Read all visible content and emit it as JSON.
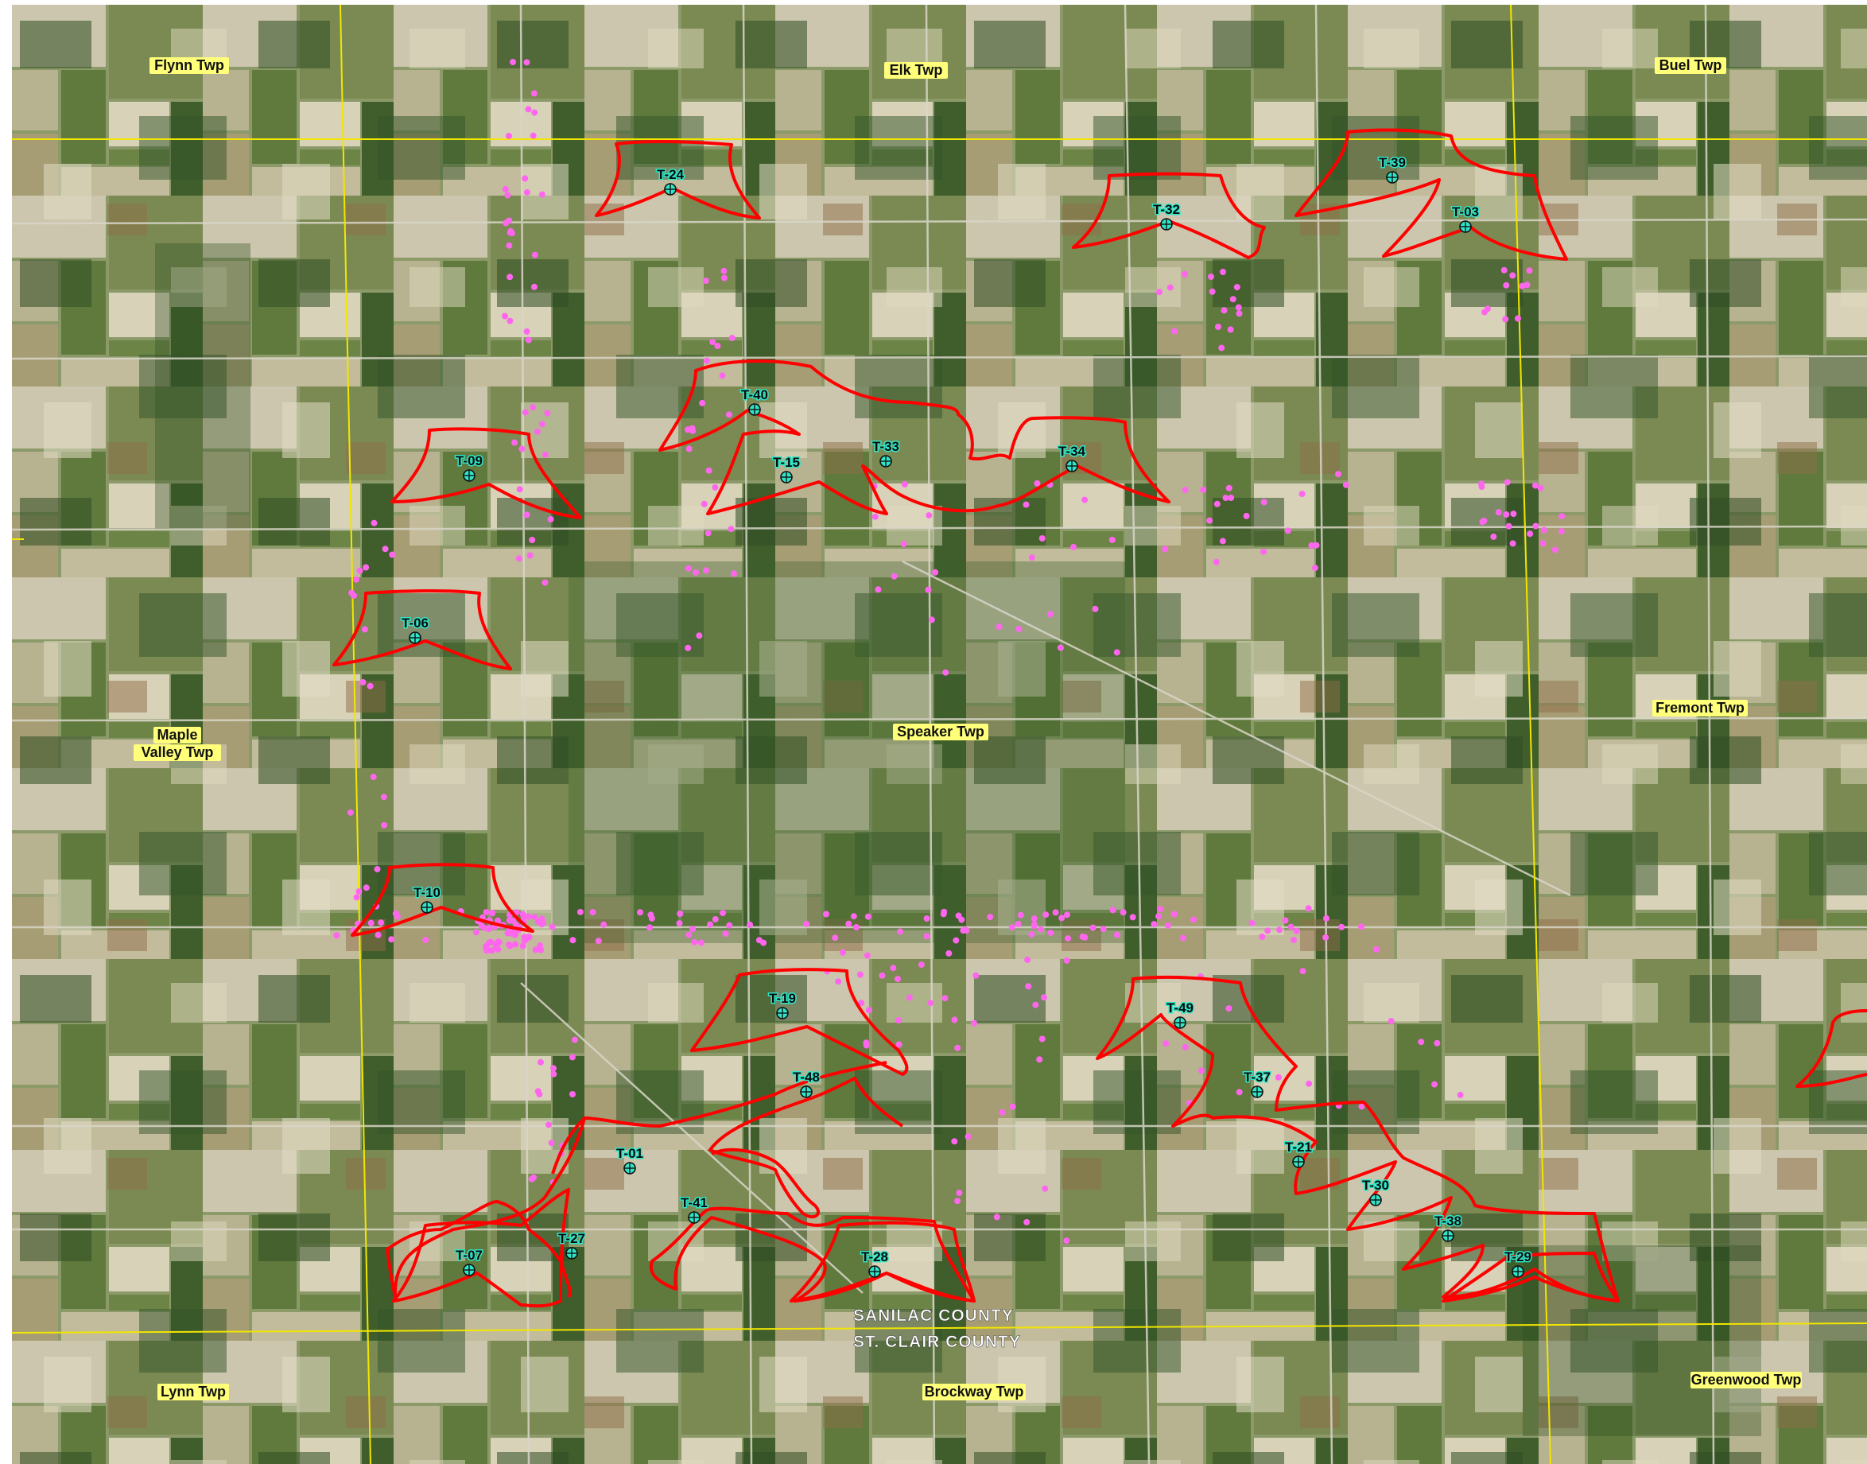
{
  "map": {
    "colors": {
      "shadow_contour": "#ff0000",
      "township_line": "#f2e600",
      "turbine_fill": "#2ee6c8",
      "receptor": "#ff66ee",
      "township_label_bg": "#ffff7a",
      "county_label": "#ffffff"
    },
    "townships": [
      {
        "name": "Flynn Twp"
      },
      {
        "name": "Elk Twp"
      },
      {
        "name": "Buel Twp"
      },
      {
        "name": "Maple Valley Twp",
        "lines": [
          "Maple",
          "Valley Twp"
        ]
      },
      {
        "name": "Speaker Twp"
      },
      {
        "name": "Fremont Twp"
      },
      {
        "name": "Lynn Twp"
      },
      {
        "name": "Brockway Twp"
      },
      {
        "name": "Greenwood Twp"
      }
    ],
    "county_labels": [
      "SANILAC COUNTY",
      "ST. CLAIR COUNTY"
    ],
    "turbines": [
      "T-24",
      "T-32",
      "T-39",
      "T-03",
      "T-40",
      "T-09",
      "T-15",
      "T-33",
      "T-34",
      "T-06",
      "T-10",
      "T-19",
      "T-49",
      "T-48",
      "T-37",
      "T-21",
      "T-01",
      "T-30",
      "T-41",
      "T-38",
      "T-27",
      "T-07",
      "T-28",
      "T-29"
    ],
    "icons": {
      "turbine": "turbine-crosshair-icon",
      "receptor": "receptor-dot-icon"
    }
  }
}
